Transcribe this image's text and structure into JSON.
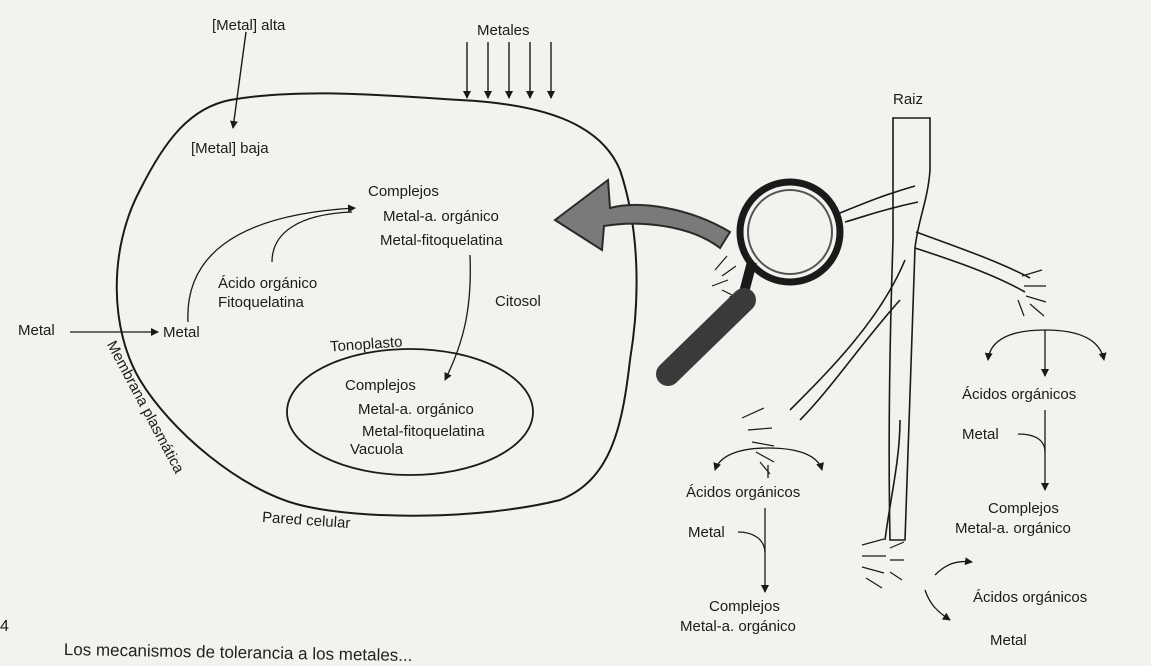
{
  "cell": {
    "metal_high": "[Metal] alta",
    "metal_low": "[Metal] baja",
    "metals_top": "Metales",
    "complexes_title": "Complejos",
    "complex_metal_organic": "Metal-a. orgánico",
    "complex_metal_phyto": "Metal-fitoquelatina",
    "organic_acid": "Ácido orgánico",
    "phytochelatin": "Fitoquelatina",
    "cytosol": "Citosol",
    "metal_outside": "Metal",
    "metal_inside": "Metal",
    "tonoplast": "Tonoplasto",
    "vacuole_complexes_title": "Complejos",
    "vacuole_metal_organic": "Metal-a. orgánico",
    "vacuole_metal_phyto": "Metal-fitoquelatina",
    "vacuole": "Vacuola",
    "plasma_membrane": "Membrana plasmática",
    "cell_wall": "Pared celular"
  },
  "root": {
    "title": "Raiz",
    "right_branch": {
      "acids": "Ácidos orgánicos",
      "metal": "Metal",
      "complexes_title": "Complejos",
      "complex": "Metal-a. orgánico"
    },
    "left_branch": {
      "acids": "Ácidos orgánicos",
      "metal": "Metal",
      "complexes_title": "Complejos",
      "complex": "Metal-a. orgánico"
    },
    "bottom_tip": {
      "acids": "Ácidos orgánicos",
      "metal": "Metal"
    }
  },
  "figure_number": "4",
  "caption": "Los mecanismos de tolerancia a los metales..."
}
